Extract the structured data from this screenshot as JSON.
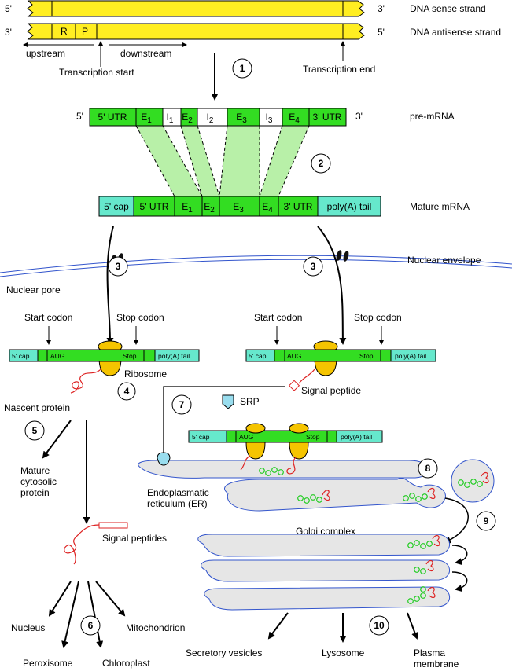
{
  "dna": {
    "five_prime_left": "5'",
    "three_prime_left": "3'",
    "three_prime_right": "3'",
    "five_prime_right": "5'",
    "sense_label": "DNA sense strand",
    "antisense_label": "DNA antisense strand",
    "r_box": "R",
    "p_box": "P",
    "upstream": "upstream",
    "downstream": "downstream",
    "transcription_start": "Transcription start",
    "transcription_end": "Transcription end"
  },
  "steps": [
    "1",
    "2",
    "3",
    "3",
    "4",
    "5",
    "6",
    "7",
    "8",
    "9",
    "10"
  ],
  "pre_mrna": {
    "five_prime": "5'",
    "three_prime": "3'",
    "label": "pre-mRNA",
    "segments": [
      "5' UTR",
      "E",
      "I",
      "E",
      "I",
      "E",
      "I",
      "E",
      "3' UTR"
    ],
    "subscripts": [
      "",
      "1",
      "1",
      "2",
      "2",
      "3",
      "3",
      "4",
      ""
    ]
  },
  "mature_mrna": {
    "label": "Mature mRNA",
    "segments": [
      "5' cap",
      "5' UTR",
      "E",
      "E",
      "E",
      "E",
      "3' UTR",
      "poly(A) tail"
    ],
    "subscripts": [
      "",
      "",
      "1",
      "2",
      "3",
      "4",
      "",
      ""
    ]
  },
  "nuclear": {
    "envelope": "Nuclear envelope",
    "pore": "Nuclear pore"
  },
  "left_translation": {
    "start_codon": "Start codon",
    "stop_codon": "Stop codon",
    "cap": "5' cap",
    "aug": "AUG",
    "stop": "Stop",
    "tail": "poly(A) tail",
    "ribosome": "Ribosome",
    "nascent": "Nascent protein",
    "mature_protein": [
      "Mature",
      "cytosolic",
      "protein"
    ],
    "signal_peptides": "Signal peptides",
    "destinations": [
      "Nucleus",
      "Peroxisome",
      "Chloroplast",
      "Mitochondrion"
    ]
  },
  "right_translation": {
    "start_codon": "Start codon",
    "stop_codon": "Stop codon",
    "cap": "5' cap",
    "aug": "AUG",
    "stop": "Stop",
    "tail": "poly(A) tail",
    "signal_peptide": "Signal peptide",
    "srp": "SRP"
  },
  "er_mrna": {
    "cap": "5' cap",
    "aug": "AUG",
    "stop": "Stop",
    "tail": "poly(A) tail"
  },
  "secretory": {
    "er": [
      "Endoplasmatic",
      "reticulum (ER)"
    ],
    "golgi": "Golgi complex",
    "destinations": [
      "Secretory vesicles",
      "Lysosome",
      "Plasma",
      "membrane"
    ]
  },
  "colors": {
    "dna": "#ffee22",
    "exon": "#33dd22",
    "cap": "#66e8cc",
    "ribosome": "#f5c400",
    "protein": "#dd2222",
    "folded": "#22cc22",
    "membrane": "#3355cc",
    "organelle_fill": "#e6e6e6",
    "splice": "#b8f0a8"
  }
}
